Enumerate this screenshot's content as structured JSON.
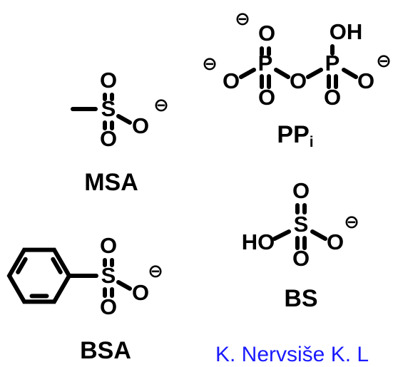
{
  "colors": {
    "ink": "#000000",
    "background": "#ffffff",
    "citation": "#1a1aff"
  },
  "molecules": [
    {
      "name": "methanesulfonate",
      "caption": "MSA",
      "atoms": {
        "s": "S",
        "o_top": "O",
        "o_bottom": "O",
        "o_ester": "O"
      },
      "charge": "⊖"
    },
    {
      "name": "pyrophosphate",
      "caption": "PP",
      "caption_subscript": "i",
      "atoms": {
        "o_top_left": "O",
        "p_left": "P",
        "o_left": "O",
        "o_bottom_left": "O",
        "o_bridge": "O",
        "oh_top": "OH",
        "p_right": "P",
        "o_right": "O",
        "o_bottom_right": "O"
      },
      "charges": [
        "⊖",
        "⊖",
        "⊖"
      ]
    },
    {
      "name": "benzenesulfonate",
      "caption": "BSA",
      "atoms": {
        "s": "S",
        "o_top": "O",
        "o_bottom": "O",
        "o_ester": "O"
      },
      "charge": "⊖"
    },
    {
      "name": "bisulfate",
      "caption": "BS",
      "atoms": {
        "ho": "HO",
        "s": "S",
        "o_top": "O",
        "o_bottom": "O",
        "o_ester": "O"
      },
      "charge": "⊖"
    }
  ],
  "citation": "K. Nervsiše K. L"
}
